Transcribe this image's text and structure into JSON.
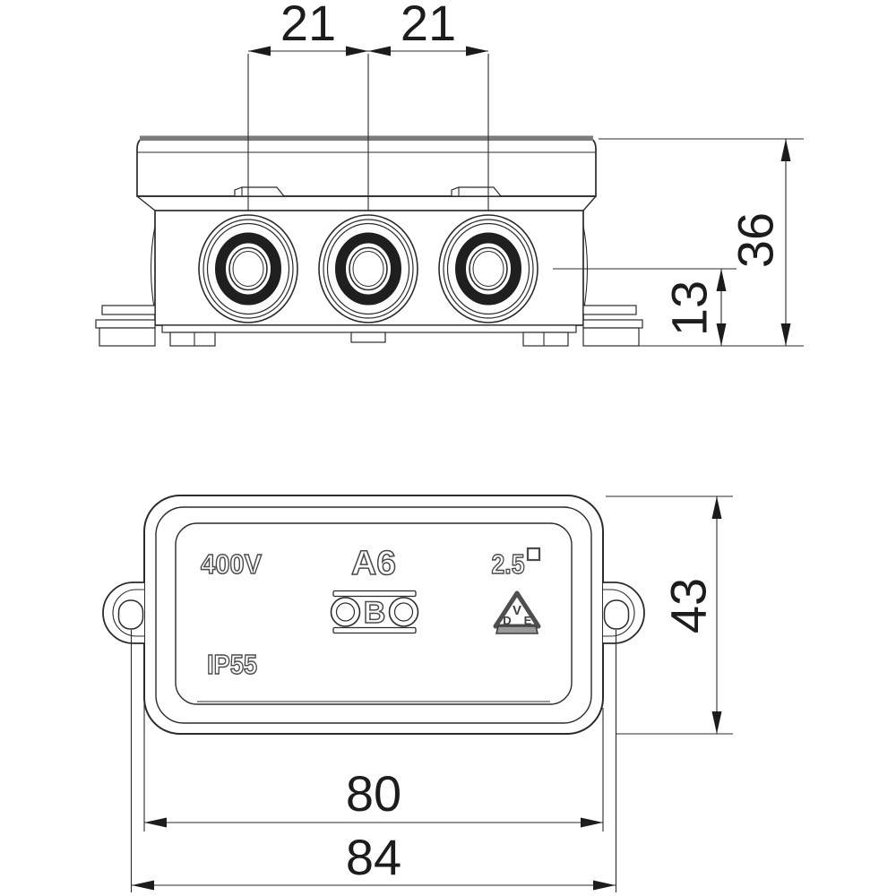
{
  "front": {
    "dims": {
      "entry_spacing_left": "21",
      "entry_spacing_right": "21",
      "overall_height": "36",
      "entry_axis_height": "13"
    }
  },
  "plan": {
    "dims": {
      "overall_depth": "43",
      "lid_width": "80",
      "fixing_hole_spacing": "84"
    },
    "markings": {
      "voltage": "400V",
      "model": "A6",
      "conductor_size": "2.5",
      "ip_rating": "IP55",
      "brand": "OBO",
      "brand_letter_b": "B",
      "vde_v": "V",
      "vde_d": "D",
      "vde_e": "E"
    }
  },
  "colors": {
    "line": "#2b2b2b",
    "lid_band": "#7b7b7b",
    "grommet_ring": "#1f1f1f",
    "marking_outline": "#4a4a4a",
    "dim_text": "#1c1c1c"
  }
}
